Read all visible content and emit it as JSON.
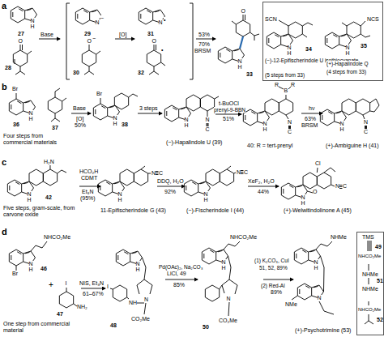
{
  "diagram": {
    "nodes": [
      {
        "text": [
          "SCN",
          "N",
          "H",
          "34",
          "(−)-12-Epifischerindole U isothiocyanate",
          "(5 steps from 33)",
          "N",
          "H",
          "NCS",
          "35",
          "(+)-Hapalindole Q",
          "(4 steps from 33)"
        ]
      },
      {
        "text": [
          "TMS",
          "49",
          "NHCO₂Me",
          "NHMe",
          "51",
          "NHMe",
          "NHCO₂Me",
          "52"
        ]
      }
    ],
    "labels": [
      "a",
      "N",
      "H",
      "27",
      "O",
      "28",
      "Base",
      "N",
      "−",
      "29",
      "O",
      "−",
      "30",
      "[O]",
      "N",
      "•",
      "31",
      "O",
      "•",
      "32",
      "53%",
      "70%",
      "BRSM",
      "N",
      "H",
      "O",
      "33",
      "b",
      "Br",
      "N",
      "H",
      "36",
      "37",
      "Four steps from commercial materials",
      "Base",
      "[O]",
      "50%",
      "Br",
      "N",
      "H",
      "38",
      "3 steps",
      "N",
      "H",
      "N",
      "C",
      "(−)-Hapalindole U (39)",
      "t-BuOCl",
      "prenyl-9-BBN",
      "51%",
      "R",
      "R",
      "B",
      "N",
      "H",
      "N",
      "C",
      "40: R = tert-prenyl",
      "hν",
      "63%",
      "BRSM",
      "N",
      "H",
      "N",
      "C",
      "(+)-Ambiguine H (41)",
      "c",
      "H₂N",
      "N",
      "H",
      "42",
      "Five steps, gram-scale, from carvone oxide",
      "HCO₂H",
      "CDMT",
      "Et₃N",
      "(95%)",
      "N",
      "H",
      "N",
      "C",
      "11-Epifischerindole G (43)",
      "DDQ, H₂O",
      "92%",
      "N",
      "H",
      "N",
      "C",
      "(−)-Fischerindole I (44)",
      "XeF₂, H₂O",
      "44%",
      "N",
      "H",
      "O",
      "Cl",
      "N",
      "C",
      "(+)-Welwitindolinone A (45)",
      "d",
      "NHCO₂Me",
      "N",
      "H",
      "Br",
      "46",
      "One step from commercial material",
      "+",
      "I",
      "NH₂",
      "47",
      "NIS, Et₃N",
      "61–67%",
      "N",
      "H",
      "I",
      "NH",
      "N",
      "CO₂Me",
      "48",
      "Pd(OAc)₂, Na₂CO₃",
      "LiCl, 49",
      "85%",
      "NHCO₂Me",
      "N",
      "H",
      "N",
      "CO₂Me",
      "50",
      "(1) K₂CO₃, CuI",
      "51, 52, 89%",
      "(2) Red-Al",
      "89%",
      "NHMe",
      "N",
      "H",
      "N",
      "NMe",
      "(+)-Psychotrimine (53)"
    ]
  }
}
